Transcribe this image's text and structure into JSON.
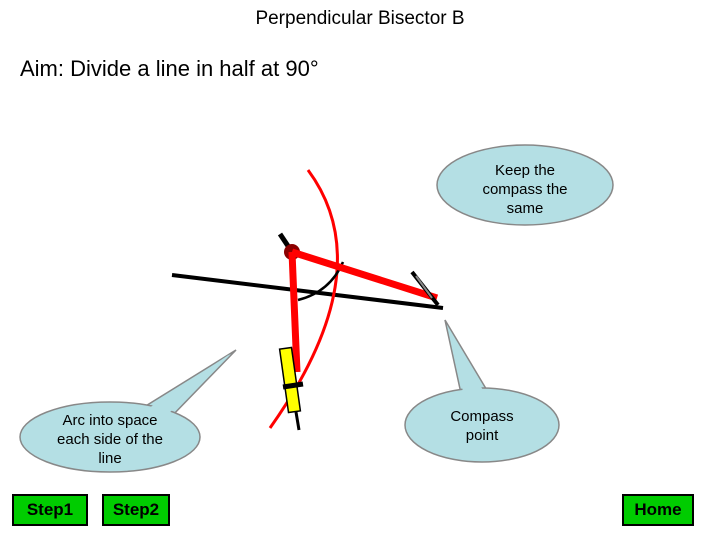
{
  "title": "Perpendicular Bisector B",
  "aim": "Aim: Divide a line in half at 90°",
  "callouts": {
    "keep_compass": "Keep the compass the same",
    "arc_into_space": "Arc into space each side of the line",
    "compass_point": "Compass point"
  },
  "buttons": {
    "step1": "Step1",
    "step2": "Step2",
    "home": "Home"
  },
  "colors": {
    "button_fill": "#00cc00",
    "callout_fill": "#b4dfe4",
    "arc_color": "#ff0000",
    "compass_arm": "#ff0000",
    "pencil": "#ffff00"
  }
}
